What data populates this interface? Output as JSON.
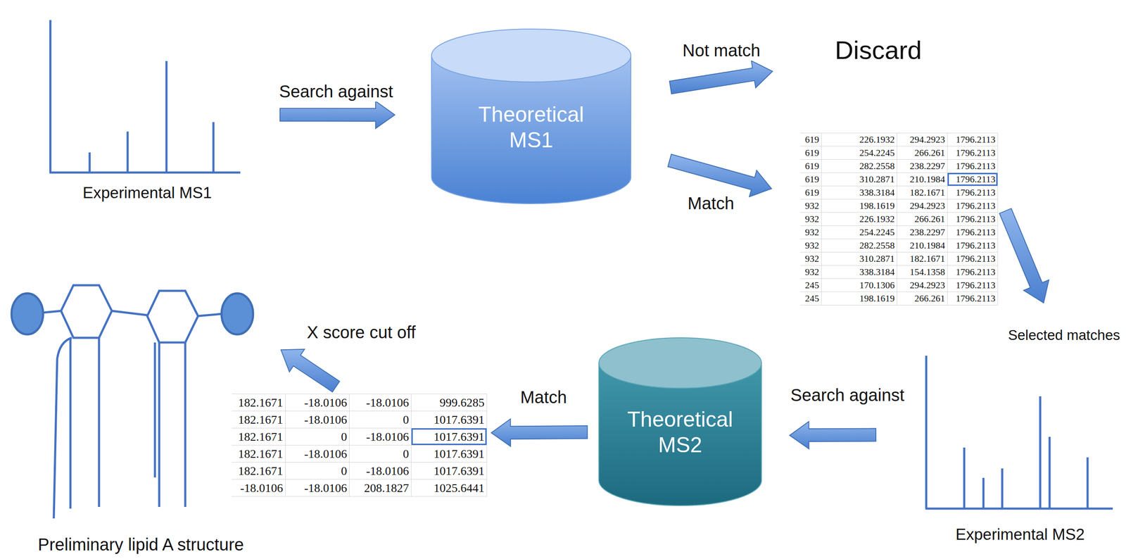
{
  "diagram": {
    "nodes": [
      {
        "text": [
          "Experimental MS1"
        ]
      },
      {
        "text": [
          "Theoretical MS1"
        ]
      },
      {
        "text": [
          "Discard"
        ]
      },
      {
        "text": [
          "619",
          "226.1932",
          "294.2923",
          "1796.2113",
          "619",
          "254.2245",
          "266.261",
          "1796.2113",
          "619",
          "282.2558",
          "238.2297",
          "1796.2113",
          "619",
          "310.2871",
          "210.1984",
          "1796.2113",
          "619",
          "338.3184",
          "182.1671",
          "1796.2113",
          "932",
          "198.1619",
          "294.2923",
          "1796.2113",
          "932",
          "226.1932",
          "266.261",
          "1796.2113",
          "932",
          "254.2245",
          "238.2297",
          "1796.2113",
          "932",
          "282.2558",
          "210.1984",
          "1796.2113",
          "932",
          "310.2871",
          "182.1671",
          "1796.2113",
          "932",
          "338.3184",
          "154.1358",
          "1796.2113",
          "245",
          "170.1306",
          "294.2923",
          "1796.2113",
          "245",
          "198.1619",
          "266.261",
          "1796.2113"
        ]
      },
      {
        "text": [
          "Experimental MS2"
        ]
      },
      {
        "text": [
          "Theoretical MS2"
        ]
      },
      {
        "text": [
          "182.1671",
          "-18.0106",
          "-18.0106",
          "999.6285",
          "182.1671",
          "-18.0106",
          "0",
          "1017.6391",
          "182.1671",
          "0",
          "-18.0106",
          "1017.6391",
          "182.1671",
          "-18.0106",
          "0",
          "1017.6391",
          "182.1671",
          "0",
          "-18.0106",
          "1017.6391",
          "-18.0106",
          "-18.0106",
          "208.1827",
          "1025.6441"
        ]
      },
      {
        "text": [
          "Preliminary lipid A structure"
        ]
      }
    ],
    "edges": [
      {
        "from": 0,
        "to": 1,
        "arrow": "to",
        "label": "Search against"
      },
      {
        "from": 1,
        "to": 2,
        "arrow": "to",
        "label": "Not match"
      },
      {
        "from": 1,
        "to": 3,
        "arrow": "to",
        "label": "Match"
      },
      {
        "from": 3,
        "to": 4,
        "arrow": "to"
      },
      {
        "from": 4,
        "to": 5,
        "arrow": "to",
        "label": "Search against"
      },
      {
        "from": 5,
        "to": 6,
        "arrow": "to",
        "label": "Match"
      },
      {
        "from": 6,
        "to": 7,
        "arrow": "to",
        "label": "X score cut off"
      }
    ],
    "labels": [
      "Selected matches"
    ]
  }
}
